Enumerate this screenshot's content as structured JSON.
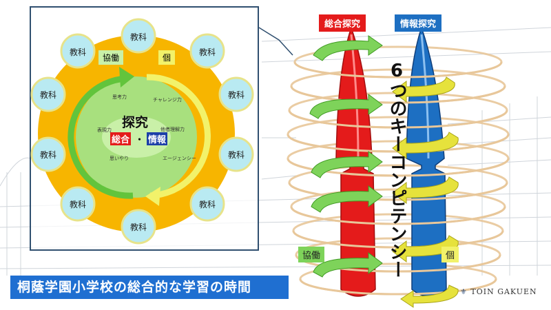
{
  "slide": {
    "title": "桐蔭学園小学校の総合的な学習の時間",
    "brand": "TOIN GAKUEN"
  },
  "diagram": {
    "subject_label": "教科",
    "collab_label": "協働",
    "individual_label": "個",
    "center_title": "探究",
    "center_sogo": "総合",
    "center_dot": "・",
    "center_joho": "情報",
    "competencies": [
      "思考力",
      "チャレンジ力",
      "表現力",
      "他者理解力",
      "思いやり",
      "エージェンシー"
    ]
  },
  "right": {
    "sogo_tag": "総合探究",
    "joho_tag": "情報探究",
    "vertical_text": "6つのキーコンピテンシー",
    "collab_label": "協働",
    "individual_label": "個"
  },
  "colors": {
    "orange": "#f7b500",
    "green_center": "#a8e07e",
    "title_blue": "#1f6fd1",
    "red_pillar": "#e41b1b",
    "blue_pillar": "#1d6fc2",
    "yellow": "#f2f26a"
  }
}
